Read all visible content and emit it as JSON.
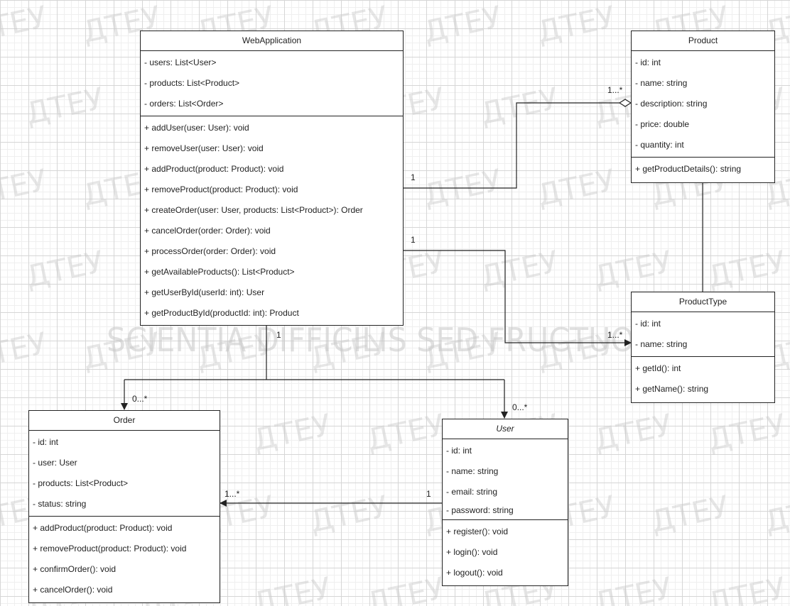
{
  "watermark": {
    "motto": "SCIENTIA  DIFFICILIS  SED  FRUCTUOSA",
    "text": "ДТЕУ"
  },
  "classes": {
    "web_application": {
      "name": "WebApplication",
      "attributes": [
        "- users: List<User>",
        "- products: List<Product>",
        "- orders: List<Order>"
      ],
      "methods": [
        "+ addUser(user: User): void",
        "+ removeUser(user: User): void",
        "+ addProduct(product: Product): void",
        "+ removeProduct(product: Product): void",
        "+ createOrder(user: User, products: List<Product>): Order",
        "+ cancelOrder(order: Order): void",
        "+ processOrder(order: Order): void",
        "+ getAvailableProducts(): List<Product>",
        "+ getUserById(userId: int): User",
        "+ getProductById(productId: int): Product"
      ]
    },
    "product": {
      "name": "Product",
      "attributes": [
        "- id: int",
        "- name: string",
        "- description: string",
        "- price: double",
        "- quantity: int"
      ],
      "methods": [
        "+ getProductDetails(): string"
      ]
    },
    "product_type": {
      "name": "ProductType",
      "attributes": [
        "- id: int",
        "- name: string"
      ],
      "methods": [
        "+ getId(): int",
        "+ getName(): string"
      ]
    },
    "order": {
      "name": "Order",
      "attributes": [
        "- id: int",
        "- user: User",
        "- products: List<Product>",
        "- status: string"
      ],
      "methods": [
        "+ addProduct(product: Product): void",
        "+ removeProduct(product: Product): void",
        "+ confirmOrder(): void",
        "+ cancelOrder(): void"
      ]
    },
    "user": {
      "name": "User",
      "attributes": [
        "- id: int",
        "- name: string",
        "- email: string",
        "- password: string"
      ],
      "methods": [
        "+ register(): void",
        "+ login(): void",
        "+ logout(): void"
      ]
    }
  },
  "multiplicities": {
    "webapp_product_webapp_end": "1",
    "webapp_product_product_end": "1...*",
    "webapp_producttype_webapp_end": "1",
    "webapp_producttype_type_end": "1...*",
    "webapp_bottom": "1",
    "order_end": "0...*",
    "user_end": "0...*",
    "user_order_user_end": "1",
    "user_order_order_end": "1...*"
  }
}
